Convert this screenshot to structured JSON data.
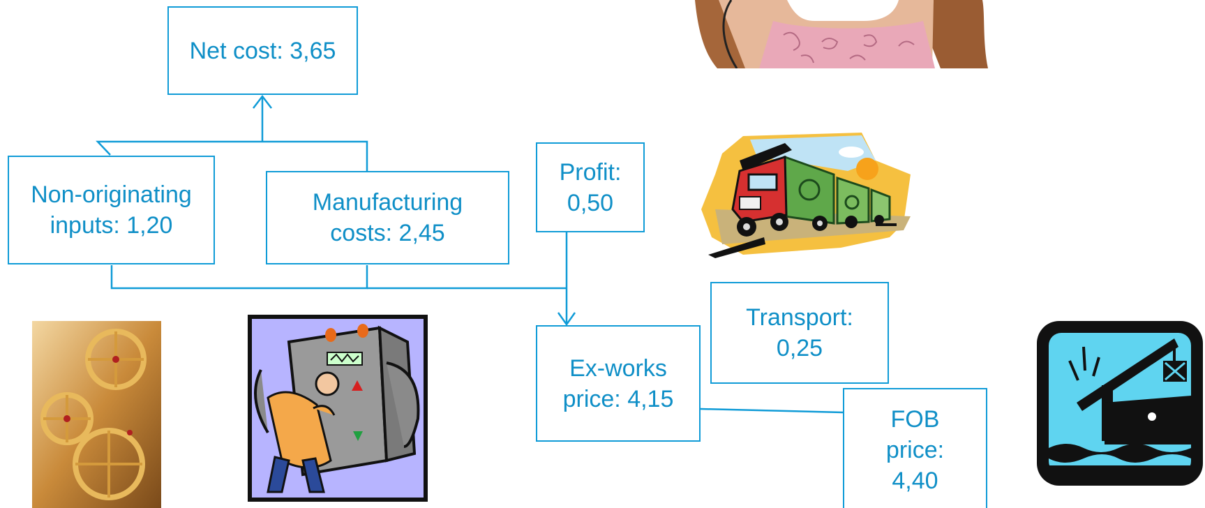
{
  "boxes": {
    "net_cost": "Net cost: 3,65",
    "non_originating": "Non-originating\ninputs: 1,20",
    "manufacturing": "Manufacturing\ncosts: 2,45",
    "profit": "Profit:\n0,50",
    "ex_works": "Ex-works\nprice: 4,15",
    "transport": "Transport:\n0,25",
    "fob": "FOB\nprice:\n4,40"
  },
  "colors": {
    "line": "#0f9bd7",
    "text": "#0f8fc7"
  },
  "illustrations": [
    "girl-photo-image",
    "truck-clipart-image",
    "watch-gears-image",
    "machine-clipart-image",
    "port-ship-icon"
  ]
}
